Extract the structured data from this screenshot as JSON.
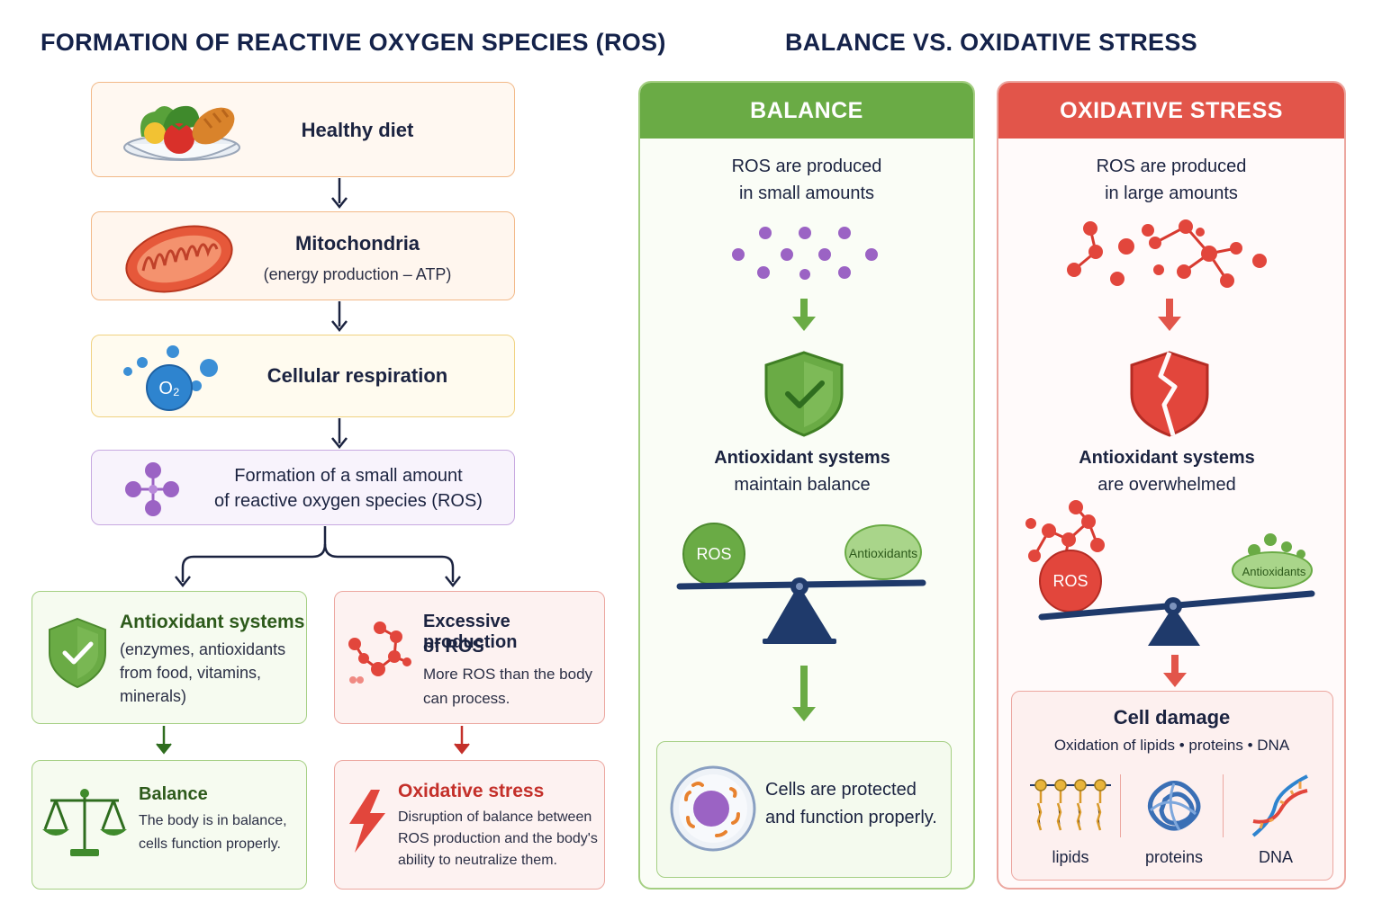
{
  "left": {
    "title": "FORMATION OF REACTIVE OXYGEN SPECIES (ROS)",
    "steps": {
      "diet": "Healthy diet",
      "mito_title": "Mitochondria",
      "mito_sub": "(energy production – ATP)",
      "resp": "Cellular respiration",
      "ros_line1": "Formation of a small amount",
      "ros_line2": "of reactive oxygen species (ROS)",
      "o2_label": "O₂"
    },
    "antioxidant": {
      "title": "Antioxidant systems",
      "line1": "(enzymes, antioxidants",
      "line2": "from food, vitamins,",
      "line3": "minerals)"
    },
    "excess": {
      "title1": "Excessive production",
      "title2": "of ROS",
      "line1": "More ROS than the body",
      "line2": "can process."
    },
    "balance": {
      "title": "Balance",
      "line1": "The body is in balance,",
      "line2": "cells function properly."
    },
    "stress": {
      "title": "Oxidative stress",
      "line1": "Disruption of balance between",
      "line2": "ROS production and the body's",
      "line3": "ability to neutralize them."
    }
  },
  "right": {
    "title": "BALANCE VS. OXIDATIVE STRESS",
    "balance_panel": {
      "header": "BALANCE",
      "ros_line1": "ROS are produced",
      "ros_line2": "in small amounts",
      "anti_line1": "Antioxidant systems",
      "anti_line2": "maintain balance",
      "scale_left": "ROS",
      "scale_right": "Antioxidants",
      "cell_line1": "Cells are protected",
      "cell_line2": "and function properly."
    },
    "stress_panel": {
      "header": "OXIDATIVE STRESS",
      "ros_line1": "ROS are produced",
      "ros_line2": "in large amounts",
      "anti_line1": "Antioxidant systems",
      "anti_line2": "are overwhelmed",
      "scale_left": "ROS",
      "scale_right": "Antioxidants",
      "damage_title": "Cell damage",
      "damage_sub": "Oxidation of lipids • proteins • DNA",
      "items": [
        "lipids",
        "proteins",
        "DNA"
      ]
    }
  },
  "colors": {
    "navy": "#14224a",
    "green": "#6aab45",
    "red": "#e2554a",
    "purple": "#9b63c4",
    "orange": "#f0a24a"
  }
}
